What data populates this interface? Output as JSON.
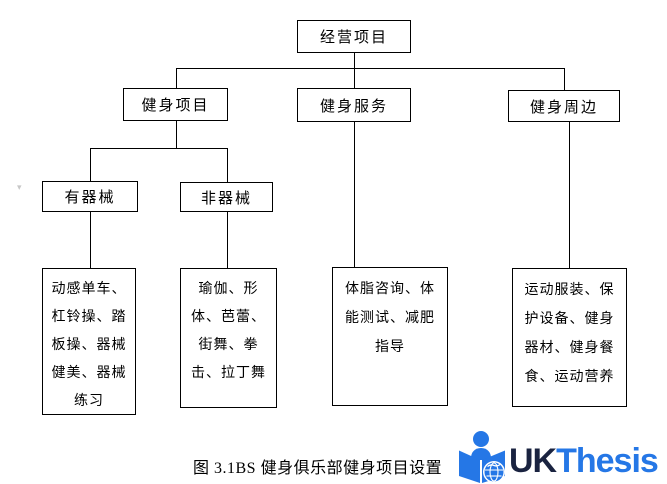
{
  "diagram": {
    "root": {
      "label": "经营项目"
    },
    "level2": [
      {
        "label": "健身项目"
      },
      {
        "label": "健身服务"
      },
      {
        "label": "健身周边"
      }
    ],
    "level3": [
      {
        "label": "有器械"
      },
      {
        "label": "非器械"
      }
    ],
    "leaves": [
      {
        "label": "动感单车、杠铃操、踏板操、器械健美、器械练习"
      },
      {
        "label": "瑜伽、形体、芭蕾、街舞、拳击、拉丁舞"
      },
      {
        "label": "体脂咨询、体能测试、减肥指导"
      },
      {
        "label": "运动服装、保护设备、健身器材、健身餐食、运动营养"
      }
    ]
  },
  "caption": "图 3.1BS 健身俱乐部健身项目设置",
  "logo": {
    "text_primary": "UK",
    "text_secondary": "Thesis",
    "color_primary": "#1a2340",
    "color_secondary": "#2577e6",
    "icon": "reading-person-book-globe-icon"
  }
}
